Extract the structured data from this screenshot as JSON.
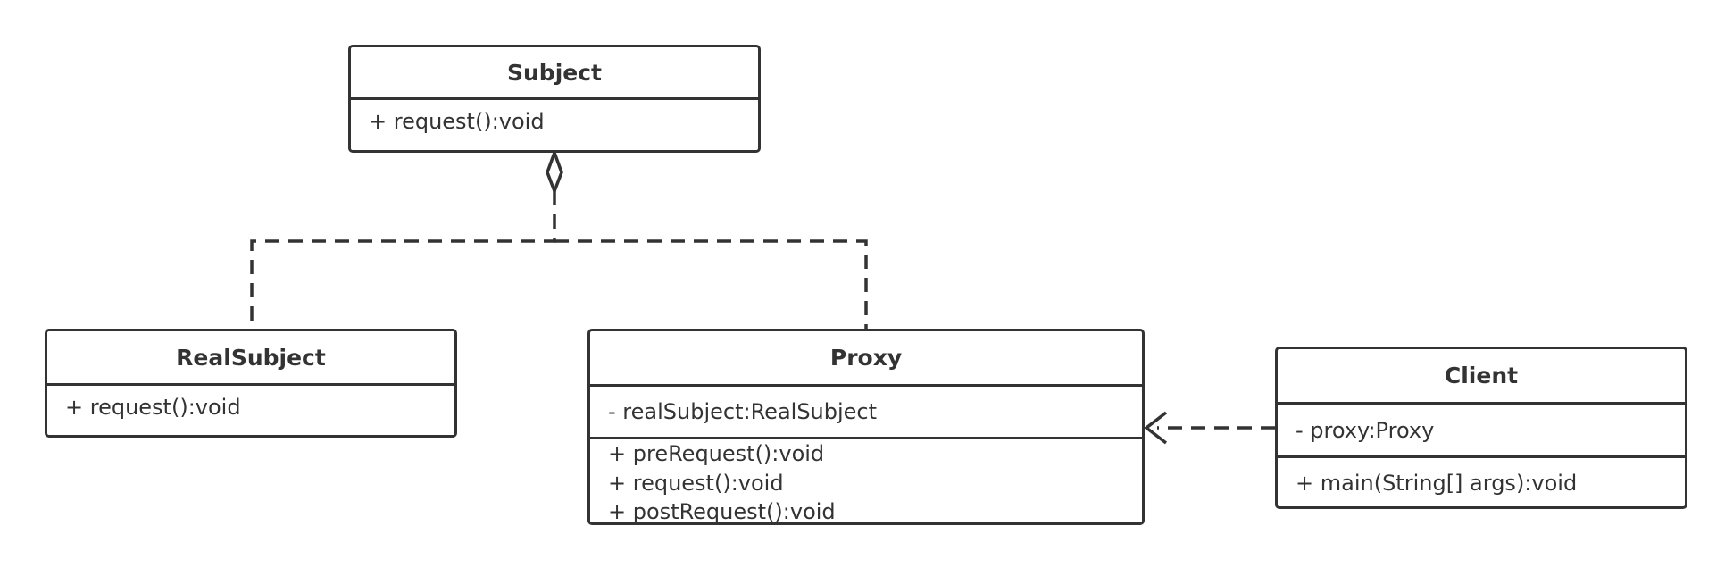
{
  "classes": {
    "subject": {
      "name": "Subject",
      "attributes": [],
      "operations": [
        "+ request():void"
      ]
    },
    "realsubject": {
      "name": "RealSubject",
      "attributes": [],
      "operations": [
        "+ request():void"
      ]
    },
    "proxy": {
      "name": "Proxy",
      "attributes": [
        "- realSubject:RealSubject"
      ],
      "operations": [
        "+ preRequest():void",
        "+ request():void",
        "+ postRequest():void"
      ]
    },
    "client": {
      "name": "Client",
      "attributes": [
        "- proxy:Proxy"
      ],
      "operations": [
        "+ main(String[] args):void"
      ]
    }
  },
  "relations": [
    {
      "from": "Subject",
      "to": "RealSubject",
      "kind": "aggregation",
      "line": "dashed"
    },
    {
      "from": "Subject",
      "to": "Proxy",
      "kind": "aggregation",
      "line": "dashed"
    },
    {
      "from": "Client",
      "to": "Proxy",
      "kind": "dependency",
      "line": "dashed"
    }
  ],
  "colors": {
    "stroke": "#333333",
    "background": "#ffffff"
  }
}
